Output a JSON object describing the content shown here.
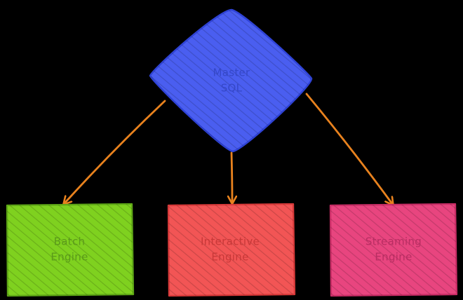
{
  "nodes": {
    "master": {
      "line1": "Master",
      "line2": "SQL",
      "fill": "#4a5ef0",
      "stroke": "#2f43d6",
      "text_color": "#3447c8"
    },
    "batch": {
      "line1": "Batch",
      "line2": "Engine",
      "fill": "#7fd11f",
      "stroke": "#5fa816",
      "text_color": "#5a9a1a"
    },
    "interactive": {
      "line1": "Interactive",
      "line2": "Engine",
      "fill": "#f25555",
      "stroke": "#d93a3a",
      "text_color": "#c83838"
    },
    "streaming": {
      "line1": "Streaming",
      "line2": "Engine",
      "fill": "#e8457f",
      "stroke": "#c92d66",
      "text_color": "#b82d62"
    }
  },
  "edge_color": "#e8821e"
}
